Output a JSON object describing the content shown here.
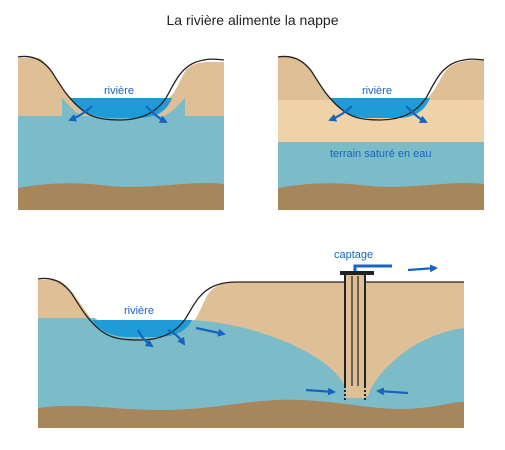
{
  "title": "La rivière alimente la nappe",
  "panel1": {
    "river_label": "rivière"
  },
  "panel2": {
    "river_label": "rivière",
    "saturated_label": "terrain saturé en eau"
  },
  "panel3": {
    "river_label": "rivière",
    "well_label": "captage"
  },
  "colors": {
    "soil": "#dfbf95",
    "water": "#7cbcc9",
    "river": "#1f9bd7",
    "bedrock": "#a8865c",
    "arrow": "#1565c0",
    "outline": "#222222"
  }
}
